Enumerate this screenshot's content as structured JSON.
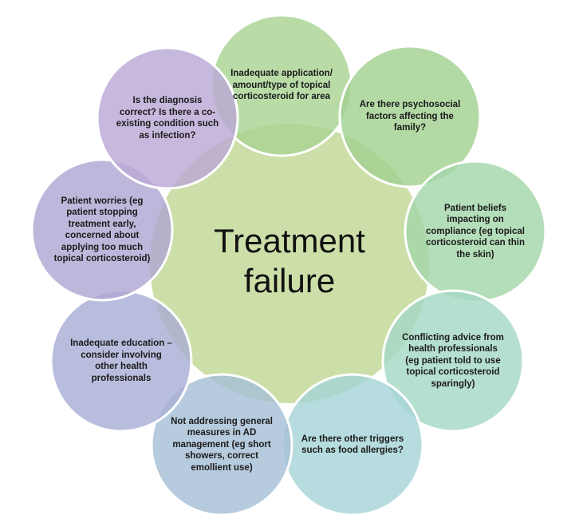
{
  "center": {
    "title": "Treatment\nfailure",
    "color": "#cddfa8"
  },
  "petals": [
    {
      "text": "Inadequate application/ amount/type of topical corticosteroid for area",
      "color": "#a9d494"
    },
    {
      "text": "Are there psychosocial factors affecting the family?",
      "color": "#a2d191"
    },
    {
      "text": "Patient beliefs impacting on compliance (eg topical corticosteroid can thin the skin)",
      "color": "#a3d7a9"
    },
    {
      "text": "Conflicting advice from health professionals (eg patient told to use topical corticosteroid sparingly)",
      "color": "#a5d8c4"
    },
    {
      "text": "Are there other triggers such as food allergies?",
      "color": "#a6d4d8"
    },
    {
      "text": "Not addressing general measures in AD management (eg short showers, correct emollient use)",
      "color": "#a6bfd6"
    },
    {
      "text": "Inadequate education – consider involving other health professionals",
      "color": "#aaaed6"
    },
    {
      "text": "Patient worries (eg patient stopping treatment early, concerned about applying too much topical corticosteroid)",
      "color": "#b0a7d3"
    },
    {
      "text": "Is the diagnosis correct? Is there a co-existing condition such as infection?",
      "color": "#bba8d6"
    }
  ]
}
